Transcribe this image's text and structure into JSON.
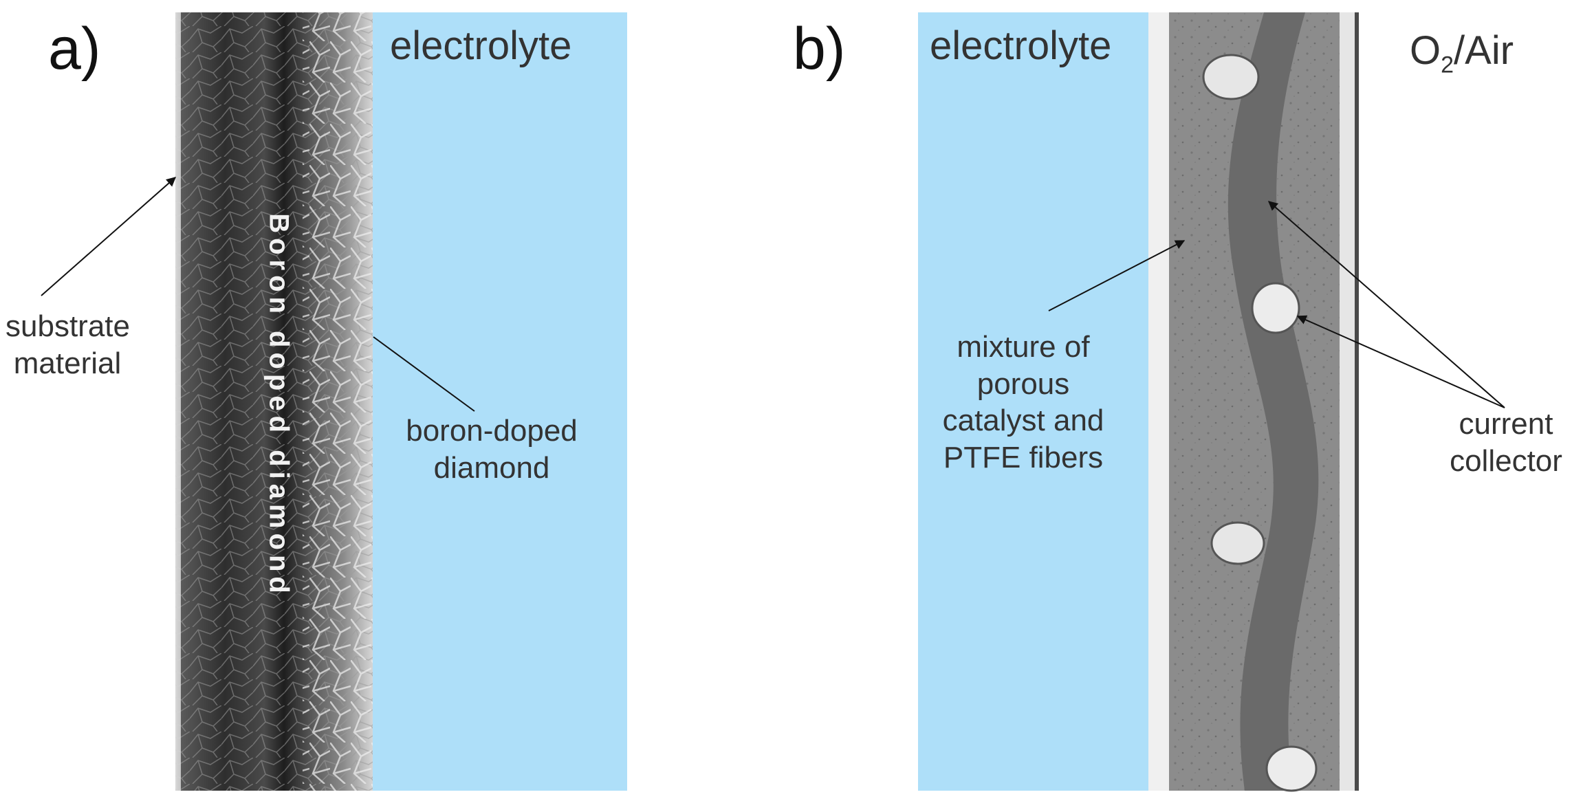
{
  "panel_a": {
    "label": "a)",
    "electrolyte": "electrolyte",
    "film_label_vertical": "Boron doped diamond",
    "substrate_label_line1": "substrate",
    "substrate_label_line2": "material",
    "bdd_label_line1": "boron-doped",
    "bdd_label_line2": "diamond"
  },
  "panel_b": {
    "label": "b)",
    "electrolyte": "electrolyte",
    "gas_prefix": "O",
    "gas_subscript": "2",
    "gas_suffix": "/Air",
    "mixture_lines": [
      "mixture of",
      "porous",
      "catalyst and",
      "PTFE fibers"
    ],
    "collector_line1": "current",
    "collector_line2": "collector"
  },
  "colors": {
    "electrolyte_fill": "#aedff9",
    "sem_dark": "#2c2c2c",
    "sem_mid": "#7a7a7a",
    "sem_light": "#e8e8e8"
  }
}
